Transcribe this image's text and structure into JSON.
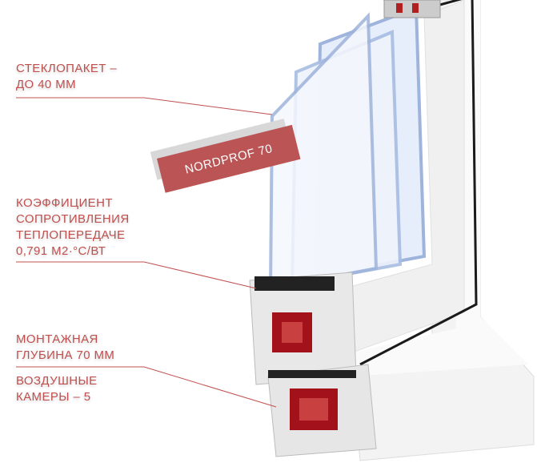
{
  "annotations": [
    {
      "lines": [
        "СТЕКЛОПАКЕТ –",
        "ДО 40 ММ"
      ]
    },
    {
      "lines": [
        "КОЭФФИЦИЕНТ",
        "СОПРОТИВЛЕНИЯ",
        "ТЕПЛОПЕРЕДАЧЕ",
        "0,791 М2·°С/ВТ"
      ]
    },
    {
      "lines": [
        "МОНТАЖНАЯ",
        "ГЛУБИНА 70 ММ"
      ]
    },
    {
      "lines": [
        "ВОЗДУШНЫЕ",
        "КАМЕРЫ – 5"
      ]
    }
  ],
  "badge": {
    "label": "NORDPROF 70"
  },
  "colors": {
    "accent": "#c0504f",
    "badge": "#bb5454",
    "seal": "#a3121b"
  }
}
